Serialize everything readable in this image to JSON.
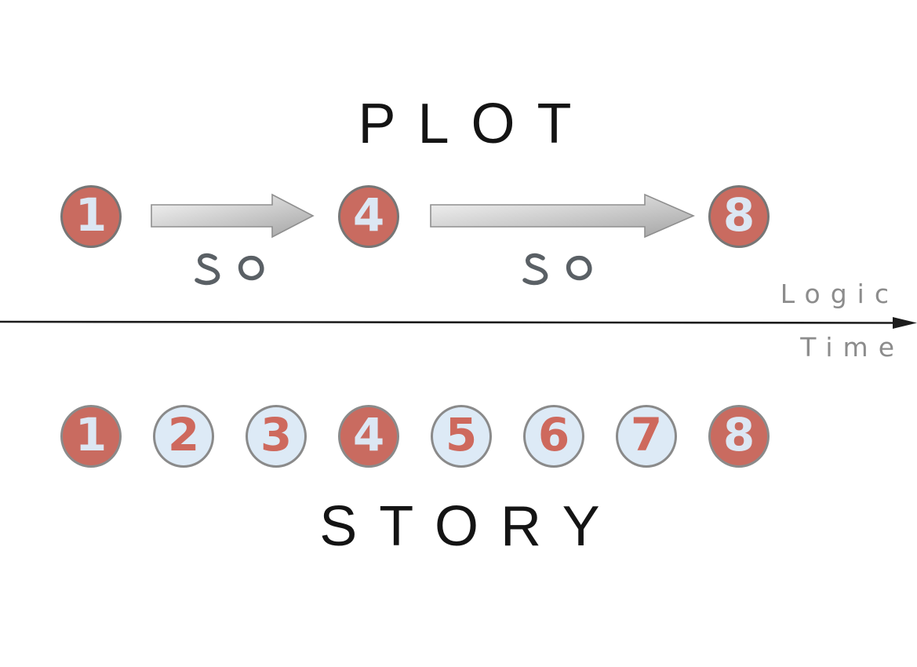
{
  "plot": {
    "title": "PLOT",
    "nodes": [
      {
        "label": "1",
        "highlight": true
      },
      {
        "label": "4",
        "highlight": true
      },
      {
        "label": "8",
        "highlight": true
      }
    ],
    "connectors": [
      {
        "label": "so"
      },
      {
        "label": "so"
      }
    ]
  },
  "axis": {
    "label_above": "Logic",
    "label_below": "Time"
  },
  "story": {
    "title": "STORY",
    "nodes": [
      {
        "label": "1",
        "highlight": true
      },
      {
        "label": "2",
        "highlight": false
      },
      {
        "label": "3",
        "highlight": false
      },
      {
        "label": "4",
        "highlight": true
      },
      {
        "label": "5",
        "highlight": false
      },
      {
        "label": "6",
        "highlight": false
      },
      {
        "label": "7",
        "highlight": false
      },
      {
        "label": "8",
        "highlight": true
      }
    ]
  },
  "colors": {
    "background": "#ffffff",
    "title_ink": "#141414",
    "node_fill": "#c96b60",
    "node_border": "#767676",
    "node_text_light": "#dce7f3",
    "filler_fill": "#ddeaf6",
    "filler_border": "#8a8a8a",
    "filler_text": "#ce695d",
    "arrow_light": "#f8f8f8",
    "arrow_dark": "#aaaaaa",
    "arrow_border": "#8f8f8f",
    "so_ink": "#5a6065",
    "axis_ink": "#1c1c1c",
    "axis_label": "#8c8c8c"
  }
}
